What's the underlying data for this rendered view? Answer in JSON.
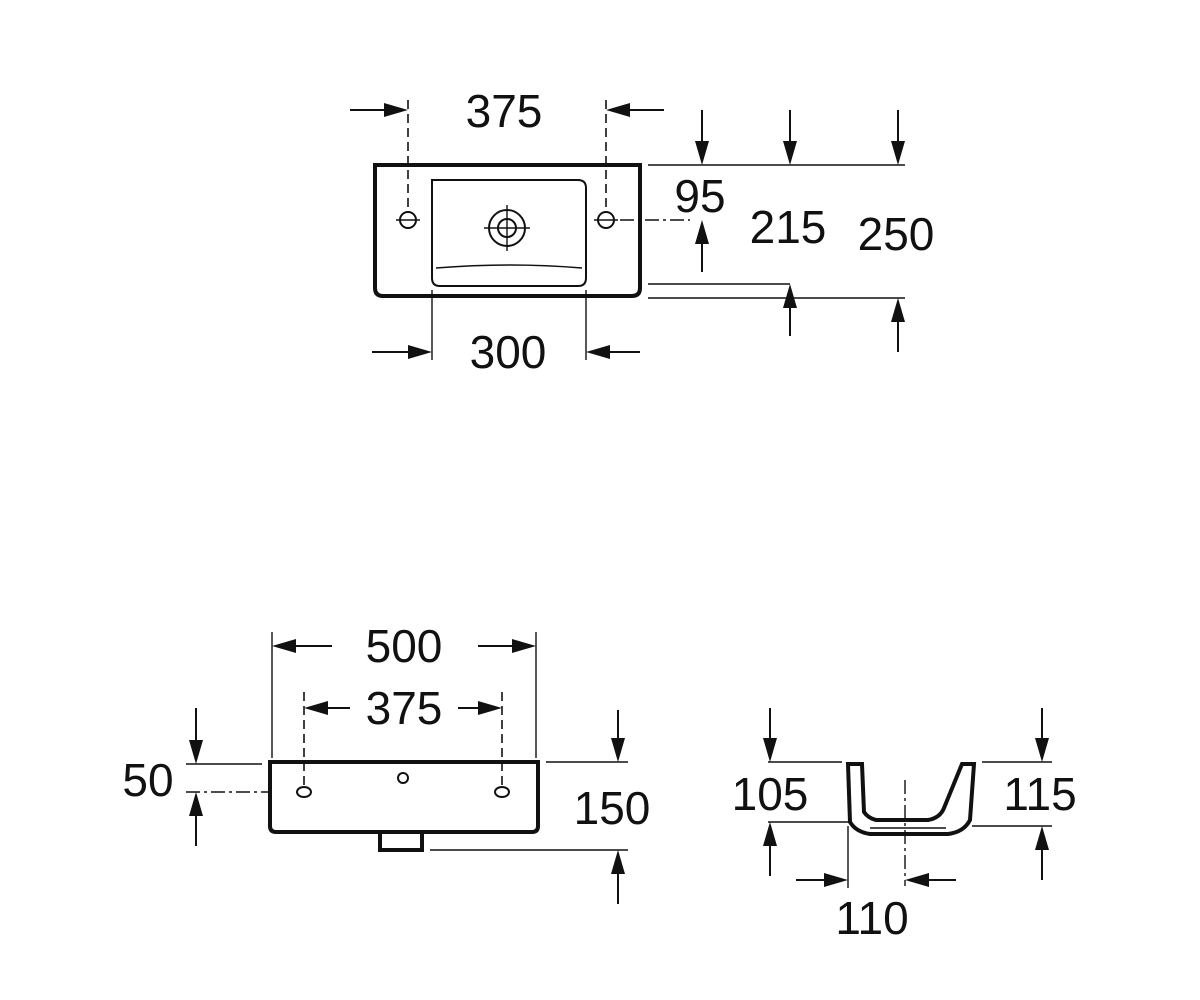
{
  "diagram": {
    "top_view": {
      "tap_hole_spacing_top": "375",
      "bowl_width": "300",
      "drain_to_back": "95",
      "bowl_depth": "215",
      "overall_depth": "250"
    },
    "front_view": {
      "overall_width": "500",
      "fixing_hole_spacing": "375",
      "fixing_hole_height": "50",
      "overall_height": "150"
    },
    "side_view": {
      "front_height": "105",
      "back_height": "115",
      "waste_offset": "110"
    }
  }
}
